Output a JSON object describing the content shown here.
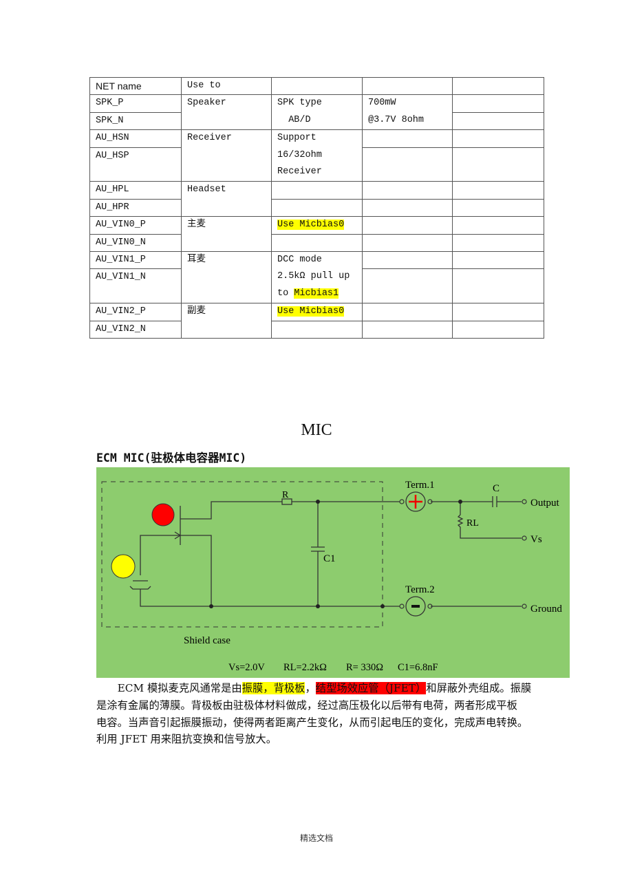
{
  "table": {
    "rows": [
      [
        {
          "t": "NET name",
          "cls": "hdr"
        },
        {
          "t": "Use to"
        },
        {
          "t": ""
        },
        {
          "t": ""
        },
        {
          "t": ""
        }
      ],
      [
        {
          "t": "SPK_P"
        },
        {
          "t": "Speaker",
          "rs": 2
        },
        {
          "t": "SPK type\n  AB/D",
          "rs": 2
        },
        {
          "t": "700mW\n@3.7V 8ohm",
          "rs": 2
        },
        {
          "t": ""
        }
      ],
      [
        {
          "t": "SPK_N"
        },
        {
          "t": ""
        }
      ],
      [
        {
          "t": "AU_HSN"
        },
        {
          "t": "Receiver",
          "rs": 2
        },
        {
          "t": "Support\n16/32ohm\nReceiver",
          "rs": 2
        },
        {
          "t": ""
        },
        {
          "t": ""
        }
      ],
      [
        {
          "t": "AU_HSP\n "
        },
        {
          "t": ""
        },
        {
          "t": ""
        }
      ],
      [
        {
          "t": "AU_HPL"
        },
        {
          "t": "Headset",
          "rs": 2
        },
        {
          "t": ""
        },
        {
          "t": ""
        },
        {
          "t": ""
        }
      ],
      [
        {
          "t": "AU_HPR"
        },
        {
          "t": ""
        },
        {
          "t": ""
        },
        {
          "t": ""
        }
      ],
      [
        {
          "t": "AU_VIN0_P"
        },
        {
          "t": "主麦",
          "rs": 2
        },
        {
          "t": "Use Micbias0",
          "hl": true
        },
        {
          "t": ""
        },
        {
          "t": ""
        }
      ],
      [
        {
          "t": "AU_VIN0_N"
        },
        {
          "t": ""
        },
        {
          "t": ""
        },
        {
          "t": ""
        }
      ],
      [
        {
          "t": "AU_VIN1_P"
        },
        {
          "t": "耳麦",
          "rs": 2
        },
        {
          "t": "DCC mode\n2.5kΩ pull up\nto ",
          "hlTail": "Micbias1",
          "rs": 2
        },
        {
          "t": ""
        },
        {
          "t": ""
        }
      ],
      [
        {
          "t": "AU_VIN1_N\n "
        },
        {
          "t": ""
        },
        {
          "t": ""
        }
      ],
      [
        {
          "t": "AU_VIN2_P"
        },
        {
          "t": "副麦",
          "rs": 2
        },
        {
          "t": "Use Micbias0",
          "hl": true
        },
        {
          "t": ""
        },
        {
          "t": ""
        }
      ],
      [
        {
          "t": "AU_VIN2_N"
        },
        {
          "t": ""
        },
        {
          "t": ""
        },
        {
          "t": ""
        }
      ]
    ]
  },
  "mic_title": "MIC",
  "ecm_title": "ECM MIC(驻极体电容器MIC)",
  "circuit": {
    "shield_case": "Shield case",
    "r": "R",
    "c1": "C1",
    "term1": "Term.1",
    "term2": "Term.2",
    "c": "C",
    "rl": "RL",
    "output": "Output",
    "vs": "Vs",
    "ground": "Ground",
    "params": [
      "Vs=2.0V",
      "RL=2.2kΩ",
      "R= 330Ω",
      "C1=6.8nF"
    ],
    "background": "#8dcc6e"
  },
  "paragraph": {
    "line1": [
      {
        "t": "　　ECM 模拟麦克风通常是由"
      },
      {
        "t": "振膜，背极板",
        "hl": "yellow"
      },
      {
        "t": "，"
      },
      {
        "t": "结型场效应管（JFET）",
        "hl": "red"
      },
      {
        "t": "和屏蔽外壳组成。振膜"
      }
    ],
    "line2": "是涂有金属的薄膜。背极板由驻极体材料做成，经过高压极化以后带有电荷，两者形成平板",
    "line3": "电容。当声音引起振膜振动，使得两者距离产生变化，从而引起电压的变化，完成声电转换。",
    "line4": "利用 JFET 用来阻抗变换和信号放大。"
  },
  "footer": "精选文档"
}
